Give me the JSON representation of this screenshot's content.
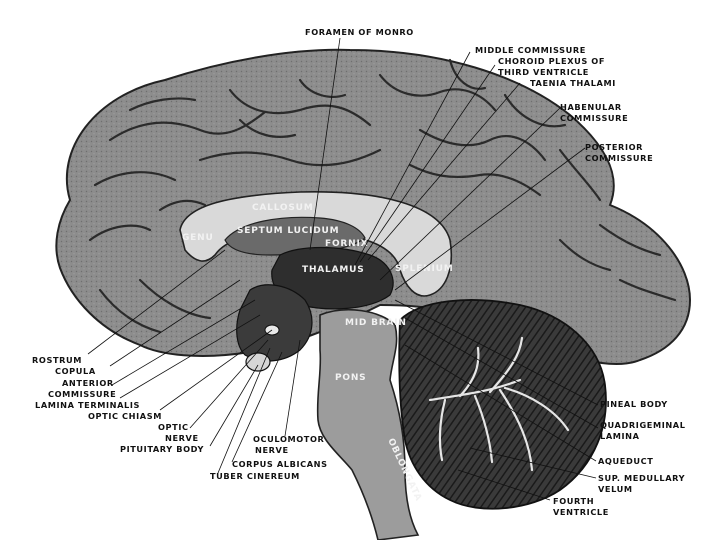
{
  "figure": {
    "labels": {
      "foramen_of_monro": "FORAMEN OF MONRO",
      "middle_commissure": "MIDDLE COMMISSURE",
      "choroid_plexus_1": "CHOROID PLEXUS OF",
      "choroid_plexus_2": "THIRD VENTRICLE",
      "taenia_thalami": "TAENIA THALAMI",
      "habenular_1": "HABENULAR",
      "habenular_2": "COMMISSURE",
      "posterior_1": "POSTERIOR",
      "posterior_2": "COMMISSURE",
      "callosum": "CALLOSUM",
      "genu": "GENU",
      "septum_lucidum": "SEPTUM LUCIDUM",
      "fornix": "FORNIX",
      "thalamus": "THALAMUS",
      "splenium": "SPLENIUM",
      "mid_brain": "MID BRAIN",
      "pons": "PONS",
      "oblongata": "OBLONGATA",
      "rostrum": "ROSTRUM",
      "copula": "COPULA",
      "anterior": "ANTERIOR",
      "commissure": "COMMISSURE",
      "lamina_terminalis": "LAMINA TERMINALIS",
      "optic_chiasm": "OPTIC CHIASM",
      "optic": "OPTIC",
      "nerve": "NERVE",
      "pituitary_body": "PITUITARY BODY",
      "oculomotor": "OCULOMOTOR",
      "oculomotor_nerve": "NERVE",
      "corpus_albicans": "CORPUS ALBICANS",
      "tuber_cinereum": "TUBER CINEREUM",
      "pineal_body": "PINEAL BODY",
      "quadrigeminal_1": "QUADRIGEMINAL",
      "quadrigeminal_2": "LAMINA",
      "aqueduct": "AQUEDUCT",
      "sup_medullary": "SUP. MEDULLARY",
      "velum": "VELUM",
      "fourth": "FOURTH",
      "ventricle": "VENTRICLE"
    }
  }
}
